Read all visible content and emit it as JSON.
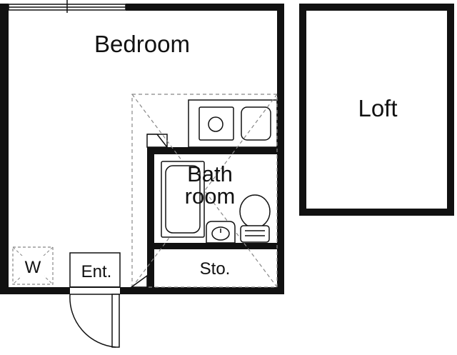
{
  "labels": {
    "bedroom": "Bedroom",
    "loft": "Loft",
    "bath_line1": "Bath",
    "bath_line2": "room",
    "storage": "Sto.",
    "entrance": "Ent.",
    "washer": "W"
  },
  "colors": {
    "wall": "#111111",
    "fixture_line": "#111111",
    "dashed_line": "#888888",
    "fixture_fill": "#ffffff",
    "background": "#ffffff"
  },
  "icons": {
    "door": "door-swing-arc",
    "sink": "kitchen-sink-icon",
    "stove": "stove-burner-icon",
    "bathtub": "bathtub-icon",
    "toilet": "toilet-icon",
    "wash_basin": "wash-basin-icon"
  }
}
